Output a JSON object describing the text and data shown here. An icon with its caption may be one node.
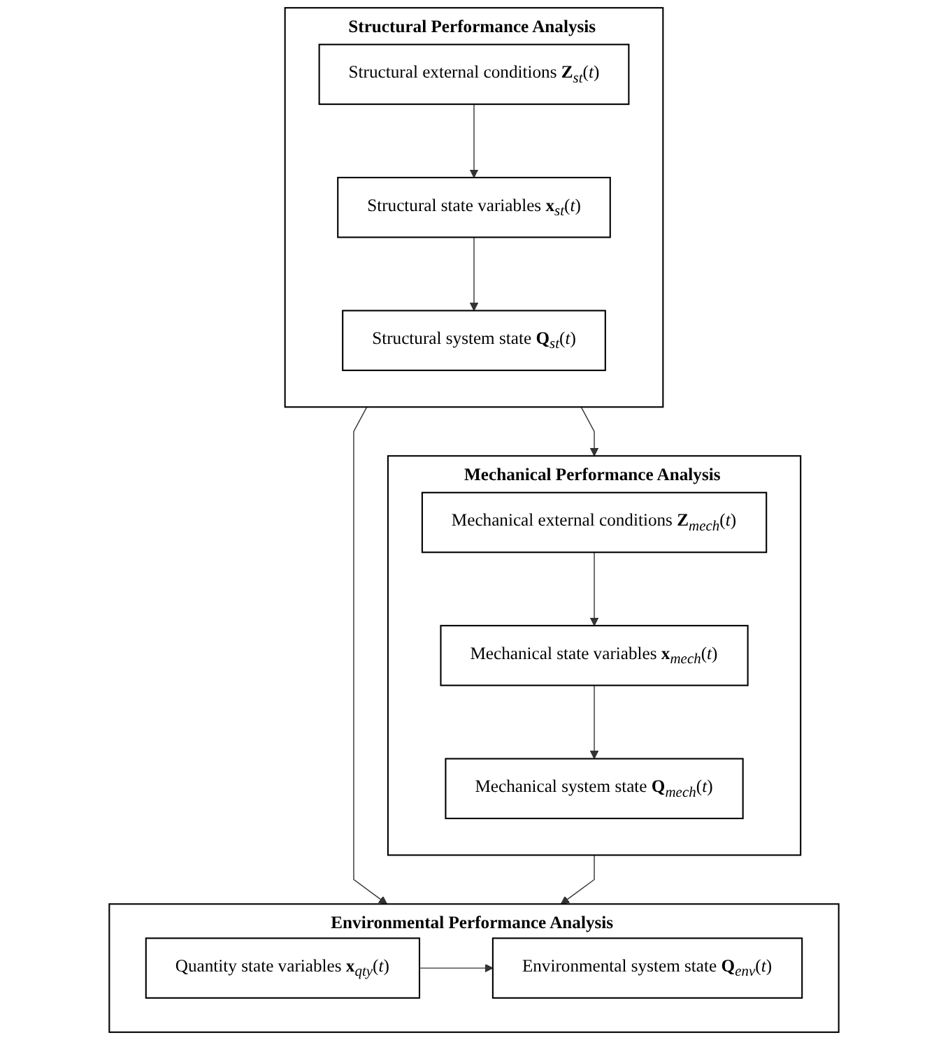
{
  "diagram": {
    "nodes": [
      {
        "text": [
          "Structural Performance Analysis"
        ]
      },
      {
        "text": [
          "Structural external conditions **Z**$_{st}$(*t*)"
        ],
        "in": 0
      },
      {
        "text": [
          "Structural state variables **x**$_{st}$(*t*)"
        ],
        "in": 0
      },
      {
        "text": [
          "Structural system state **Q**$_{st}$(*t*)"
        ],
        "in": 0
      },
      {
        "text": [
          "Mechanical Performance Analysis"
        ]
      },
      {
        "text": [
          "Mechanical external conditions **Z**$_{mech}$(*t*)"
        ],
        "in": 4
      },
      {
        "text": [
          "Mechanical state variables **x**$_{mech}$(*t*)"
        ],
        "in": 4
      },
      {
        "text": [
          "Mechanical system state **Q**$_{mech}$(*t*)"
        ],
        "in": 4
      },
      {
        "text": [
          "Environmental Performance Analysis"
        ]
      },
      {
        "text": [
          "Quantity state variables **x**$_{qty}$(*t*)"
        ],
        "in": 8
      },
      {
        "text": [
          "Environmental system state **Q**$_{env}$(*t*)"
        ],
        "in": 8
      }
    ],
    "edges": [
      {
        "from": 1,
        "to": 2,
        "arrow": "to"
      },
      {
        "from": 2,
        "to": 3,
        "arrow": "to"
      },
      {
        "from": 0,
        "to": 4,
        "arrow": "to"
      },
      {
        "from": 5,
        "to": 6,
        "arrow": "to"
      },
      {
        "from": 6,
        "to": 7,
        "arrow": "to"
      },
      {
        "from": 0,
        "to": 8,
        "arrow": "to"
      },
      {
        "from": 4,
        "to": 8,
        "arrow": "to"
      },
      {
        "from": 9,
        "to": 10,
        "arrow": "to"
      }
    ]
  }
}
